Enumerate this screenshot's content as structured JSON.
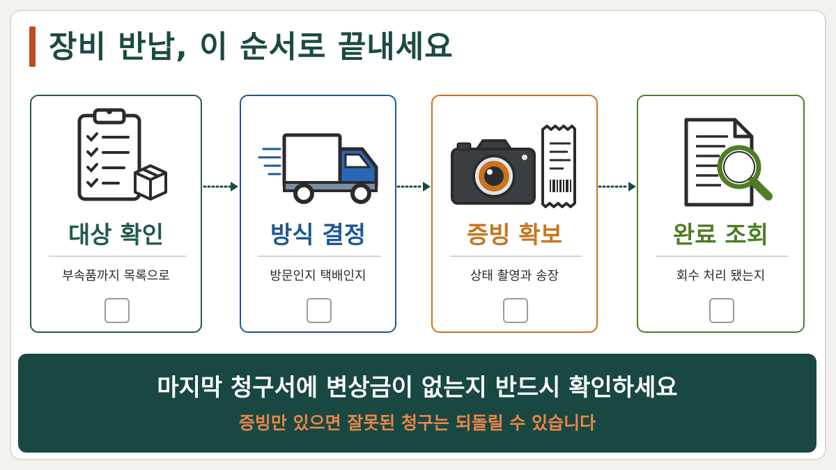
{
  "title": "장비 반납, 이 순서로 끝내세요",
  "colors": {
    "title": "#1b4a43",
    "title_accent": "#c24a1e",
    "banner_bg": "#184841",
    "banner_sub": "#e8864a"
  },
  "steps": [
    {
      "label": "대상 확인",
      "sub": "부속품까지 목록으로",
      "color": "#1f5a4e",
      "icon": "clipboard-checklist-icon",
      "checked": false
    },
    {
      "label": "방식 결정",
      "sub": "방문인지 택배인지",
      "color": "#1d5796",
      "icon": "delivery-truck-icon",
      "checked": false
    },
    {
      "label": "증빙 확보",
      "sub": "상태 촬영과 송장",
      "color": "#c8741f",
      "icon": "camera-receipt-icon",
      "checked": false
    },
    {
      "label": "완료 조회",
      "sub": "회수 처리 됐는지",
      "color": "#4e7d24",
      "icon": "document-search-icon",
      "checked": false
    }
  ],
  "banner": {
    "main": "마지막 청구서에 변상금이 없는지 반드시 확인하세요",
    "sub": "증빙만 있으면 잘못된 청구는 되돌릴 수 있습니다"
  }
}
